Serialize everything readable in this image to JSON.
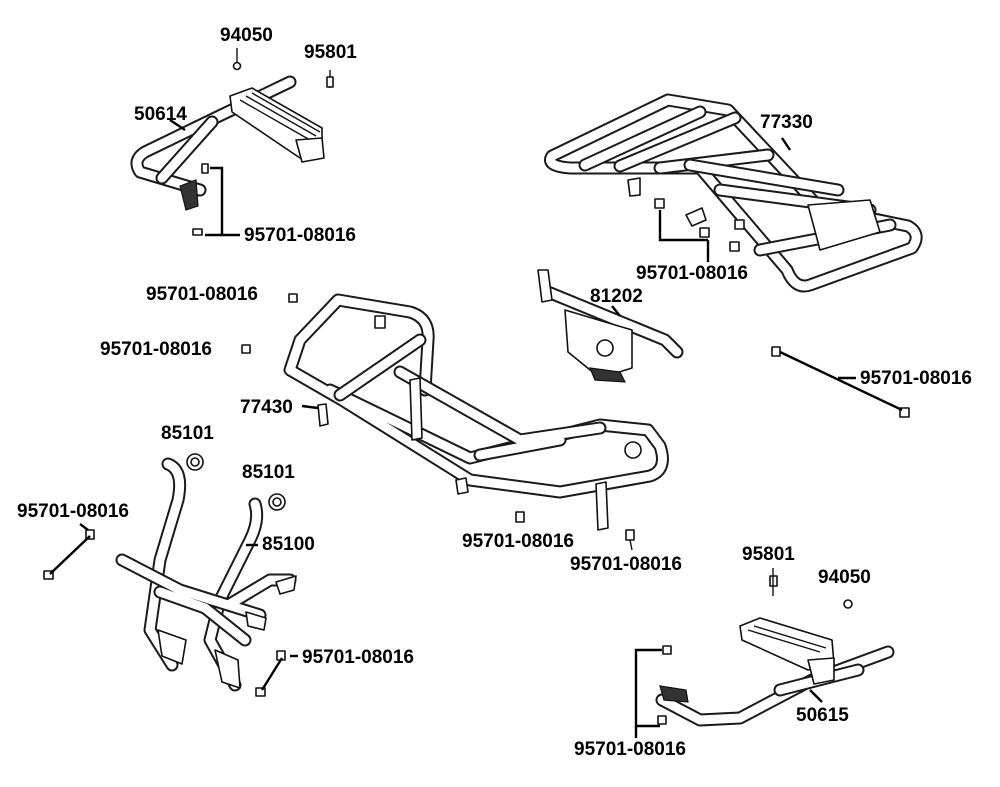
{
  "labels": {
    "l94050_top": "94050",
    "l95801_top": "95801",
    "l50614": "50614",
    "l95701_a": "95701-08016",
    "l77330": "77330",
    "l95701_b": "95701-08016",
    "l95701_c": "95701-08016",
    "l81202": "81202",
    "l95701_d": "95701-08016",
    "l95701_e": "95701-08016",
    "l77430": "77430",
    "l85101_a": "85101",
    "l85101_b": "85101",
    "l95701_f": "95701-08016",
    "l85100": "85100",
    "l95701_g": "95701-08016",
    "l95701_h": "95701-08016",
    "l95801_bot": "95801",
    "l94050_bot": "94050",
    "l95701_i": "95701-08016",
    "l50615": "50615",
    "l95701_j": "95701-08016"
  },
  "colors": {
    "ink": "#000000",
    "background": "#ffffff"
  }
}
